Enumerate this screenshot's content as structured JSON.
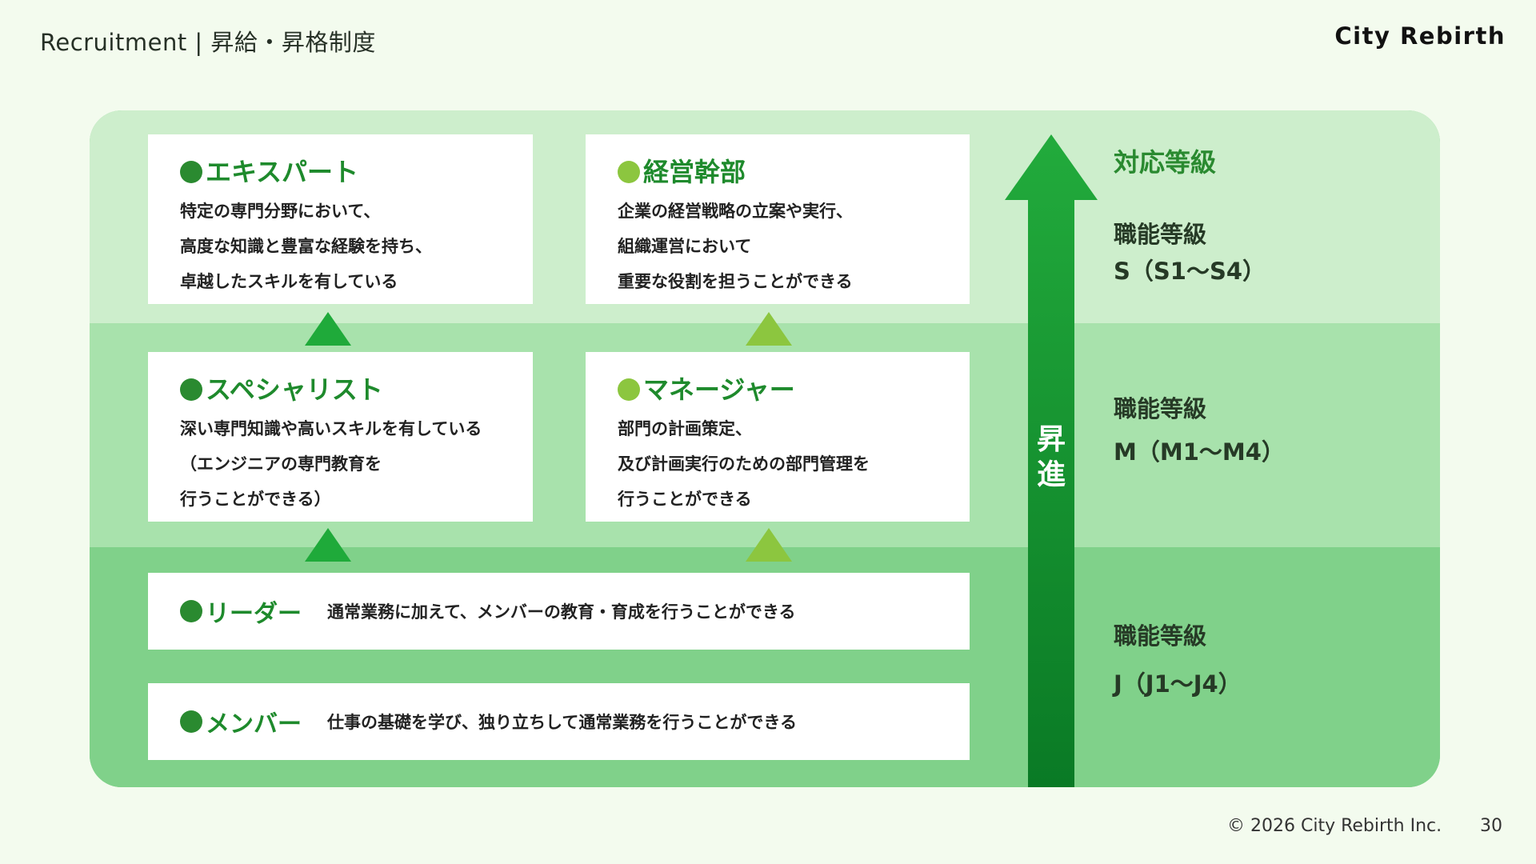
{
  "header": {
    "title": "Recruitment | 昇給・昇格制度",
    "brand": "City Rebirth"
  },
  "cards": {
    "expert": {
      "title": "エキスパート",
      "lines": [
        "特定の専門分野において、",
        "高度な知識と豊富な経験を持ち、",
        "卓越したスキルを有している"
      ]
    },
    "executive": {
      "title": "経営幹部",
      "lines": [
        "企業の経営戦略の立案や実行、",
        "組織運営において",
        "重要な役割を担うことができる"
      ]
    },
    "specialist": {
      "title": "スペシャリスト",
      "lines": [
        "深い専門知識や高いスキルを有している",
        "（エンジニアの専門教育を",
        "行うことができる）"
      ]
    },
    "manager": {
      "title": "マネージャー",
      "lines": [
        "部門の計画策定、",
        "及び計画実行のための部門管理を",
        "行うことができる"
      ]
    }
  },
  "rows": {
    "leader": {
      "title": "リーダー",
      "desc": "通常業務に加えて、メンバーの教育・育成を行うことができる"
    },
    "member": {
      "title": "メンバー",
      "desc": "仕事の基礎を学び、独り立ちして通常業務を行うことができる"
    }
  },
  "arrow": {
    "chars": [
      "昇",
      "進"
    ]
  },
  "grades": {
    "heading": "対応等級",
    "levels": [
      {
        "label": "職能等級",
        "range": "S（S1〜S4）"
      },
      {
        "label": "職能等級",
        "range": "M（M1〜M4）"
      },
      {
        "label": "職能等級",
        "range": "J（J1〜J4）"
      }
    ]
  },
  "footer": {
    "copyright": "© 2026 City Rebirth Inc.",
    "page": "30"
  },
  "colors": {
    "background": "#f3fbee",
    "band_top": "#cdeecc",
    "band_mid": "#a8e2ac",
    "band_low": "#80d18a",
    "title_green": "#1e8a2c",
    "dot_dark": "#2a8a30",
    "dot_lime": "#8cc63f",
    "arrow_top": "#22ab3c",
    "arrow_bottom": "#0a7a25"
  }
}
